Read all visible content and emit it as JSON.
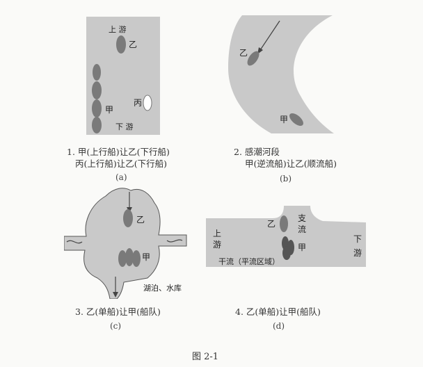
{
  "panel_a": {
    "labels": {
      "upstream": "上 游",
      "downstream": "下 游",
      "yi": "乙",
      "jia": "甲",
      "bing": "丙"
    },
    "caption_line1": "1. 甲(上行船)让乙(下行船)",
    "caption_line2": "丙(上行船)让乙(下行船)",
    "sublabel": "(a)"
  },
  "panel_b": {
    "labels": {
      "yi": "乙",
      "jia": "甲"
    },
    "caption_line1": "2. 感潮河段",
    "caption_line2": "甲(逆流船)让乙(顺流船)",
    "sublabel": "(b)"
  },
  "panel_c": {
    "labels": {
      "yi": "乙",
      "jia": "甲",
      "lake": "湖泊、水库"
    },
    "caption_line1": "3. 乙(单船)让甲(船队)",
    "sublabel": "(c)"
  },
  "panel_d": {
    "labels": {
      "upstream_1": "上",
      "upstream_2": "游",
      "downstream_1": "下",
      "downstream_2": "游",
      "yi": "乙",
      "jia": "甲",
      "branch_1": "支",
      "branch_2": "流",
      "mainstream": "干流（平流区域）"
    },
    "caption_line1": "4. 乙(单船)让甲(船队)",
    "sublabel": "(d)"
  },
  "figure_title": "图 2-1",
  "colors": {
    "water": "#c9c9c9",
    "boat": "#7a7a7a",
    "boat_light": "#ffffff"
  }
}
